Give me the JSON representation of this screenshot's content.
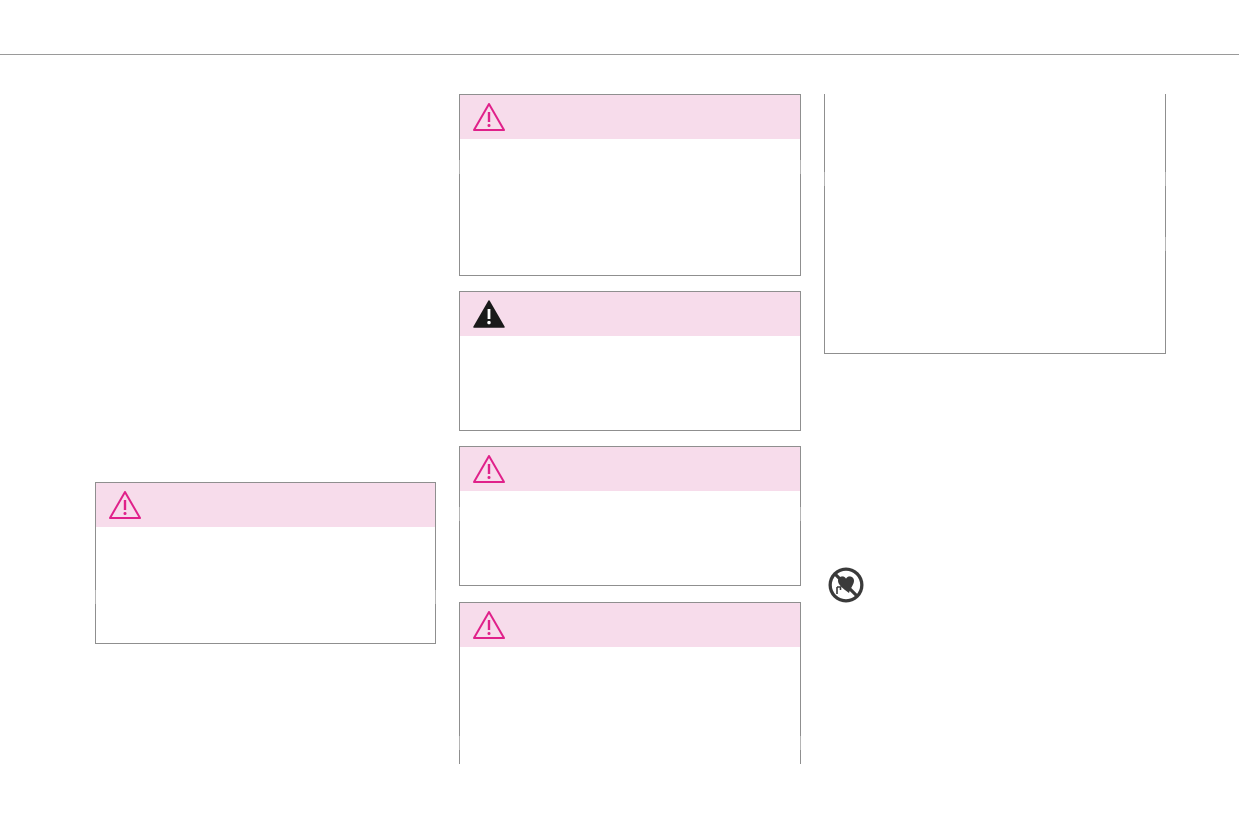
{
  "page": {
    "accent_color": "#e0218a",
    "header_fill": "#f7dceb",
    "rule_color": "#9a9a9a"
  },
  "warnings": [
    {
      "id": "warning-left",
      "icon": "caution-outline-icon",
      "icon_color": "#e0218a"
    },
    {
      "id": "warning-middle-1",
      "icon": "caution-outline-icon",
      "icon_color": "#e0218a"
    },
    {
      "id": "warning-middle-2",
      "icon": "warning-filled-icon",
      "icon_color": "#1a1a1a"
    },
    {
      "id": "warning-middle-3",
      "icon": "caution-outline-icon",
      "icon_color": "#e0218a"
    },
    {
      "id": "warning-middle-4",
      "icon": "caution-outline-icon",
      "icon_color": "#e0218a"
    }
  ],
  "symbols": {
    "pacemaker": "no-pacemaker-icon"
  }
}
